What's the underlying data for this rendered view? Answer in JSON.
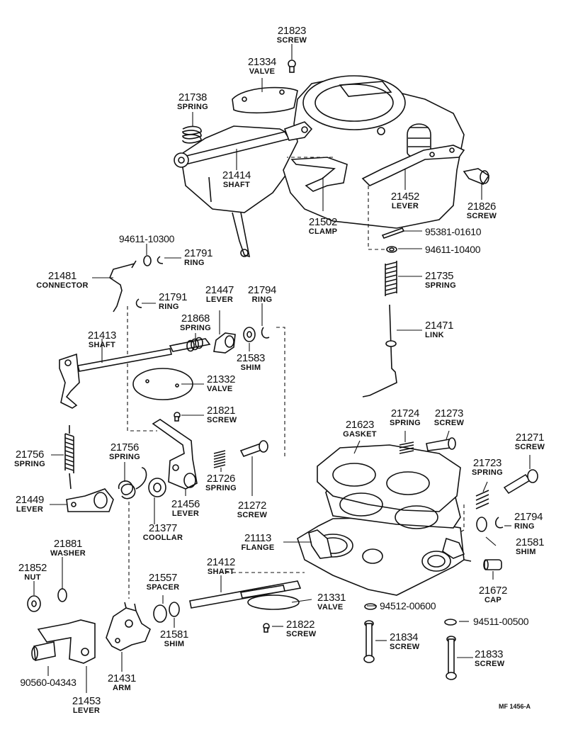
{
  "parts": {
    "p21823": {
      "number": "21823",
      "name": "SCREW"
    },
    "p21334": {
      "number": "21334",
      "name": "VALVE"
    },
    "p21738": {
      "number": "21738",
      "name": "SPRING"
    },
    "p21414": {
      "number": "21414",
      "name": "SHAFT"
    },
    "p21502": {
      "number": "21502",
      "name": "CLAMP"
    },
    "p21452": {
      "number": "21452",
      "name": "LEVER"
    },
    "p21826": {
      "number": "21826",
      "name": "SCREW"
    },
    "p94611a": {
      "number": "94611-10300"
    },
    "p21791a": {
      "number": "21791",
      "name": "RING"
    },
    "p21481": {
      "number": "21481",
      "name": "CONNECTOR"
    },
    "p21791b": {
      "number": "21791",
      "name": "RING"
    },
    "p21447": {
      "number": "21447",
      "name": "LEVER"
    },
    "p21794a": {
      "number": "21794",
      "name": "RING"
    },
    "p95381": {
      "number": "95381-01610"
    },
    "p94611b": {
      "number": "94611-10400"
    },
    "p21735": {
      "number": "21735",
      "name": "SPRING"
    },
    "p21868": {
      "number": "21868",
      "name": "SPRING"
    },
    "p21413": {
      "number": "21413",
      "name": "SHAFT"
    },
    "p21583": {
      "number": "21583",
      "name": "SHIM"
    },
    "p21471": {
      "number": "21471",
      "name": "LINK"
    },
    "p21332": {
      "number": "21332",
      "name": "VALVE"
    },
    "p21821": {
      "number": "21821",
      "name": "SCREW"
    },
    "p21623": {
      "number": "21623",
      "name": "GASKET"
    },
    "p21724": {
      "number": "21724",
      "name": "SPRING"
    },
    "p21273": {
      "number": "21273",
      "name": "SCREW"
    },
    "p21271": {
      "number": "21271",
      "name": "SCREW"
    },
    "p21756a": {
      "number": "21756",
      "name": "SPRING"
    },
    "p21756b": {
      "number": "21756",
      "name": "SPRING"
    },
    "p21726": {
      "number": "21726",
      "name": "SPRING"
    },
    "p21723": {
      "number": "21723",
      "name": "SPRING"
    },
    "p21449": {
      "number": "21449",
      "name": "LEVER"
    },
    "p21456": {
      "number": "21456",
      "name": "LEVER"
    },
    "p21272": {
      "number": "21272",
      "name": "SCREW"
    },
    "p21794b": {
      "number": "21794",
      "name": "RING"
    },
    "p21377": {
      "number": "21377",
      "name": "COOLLAR"
    },
    "p21113": {
      "number": "21113",
      "name": "FLANGE"
    },
    "p21581a": {
      "number": "21581",
      "name": "SHIM"
    },
    "p21881": {
      "number": "21881",
      "name": "WASHER"
    },
    "p21412": {
      "number": "21412",
      "name": "SHAFT"
    },
    "p21852": {
      "number": "21852",
      "name": "NUT"
    },
    "p21557": {
      "number": "21557",
      "name": "SPACER"
    },
    "p21331": {
      "number": "21331",
      "name": "VALVE"
    },
    "p94512": {
      "number": "94512-00600"
    },
    "p21672": {
      "number": "21672",
      "name": "CAP"
    },
    "p21822": {
      "number": "21822",
      "name": "SCREW"
    },
    "p94511": {
      "number": "94511-00500"
    },
    "p21581b": {
      "number": "21581",
      "name": "SHIM"
    },
    "p21834": {
      "number": "21834",
      "name": "SCREW"
    },
    "p21833": {
      "number": "21833",
      "name": "SCREW"
    },
    "p90560": {
      "number": "90560-04343"
    },
    "p21431": {
      "number": "21431",
      "name": "ARM"
    },
    "p21453": {
      "number": "21453",
      "name": "LEVER"
    }
  },
  "drawing_code": "MF 1456-A"
}
